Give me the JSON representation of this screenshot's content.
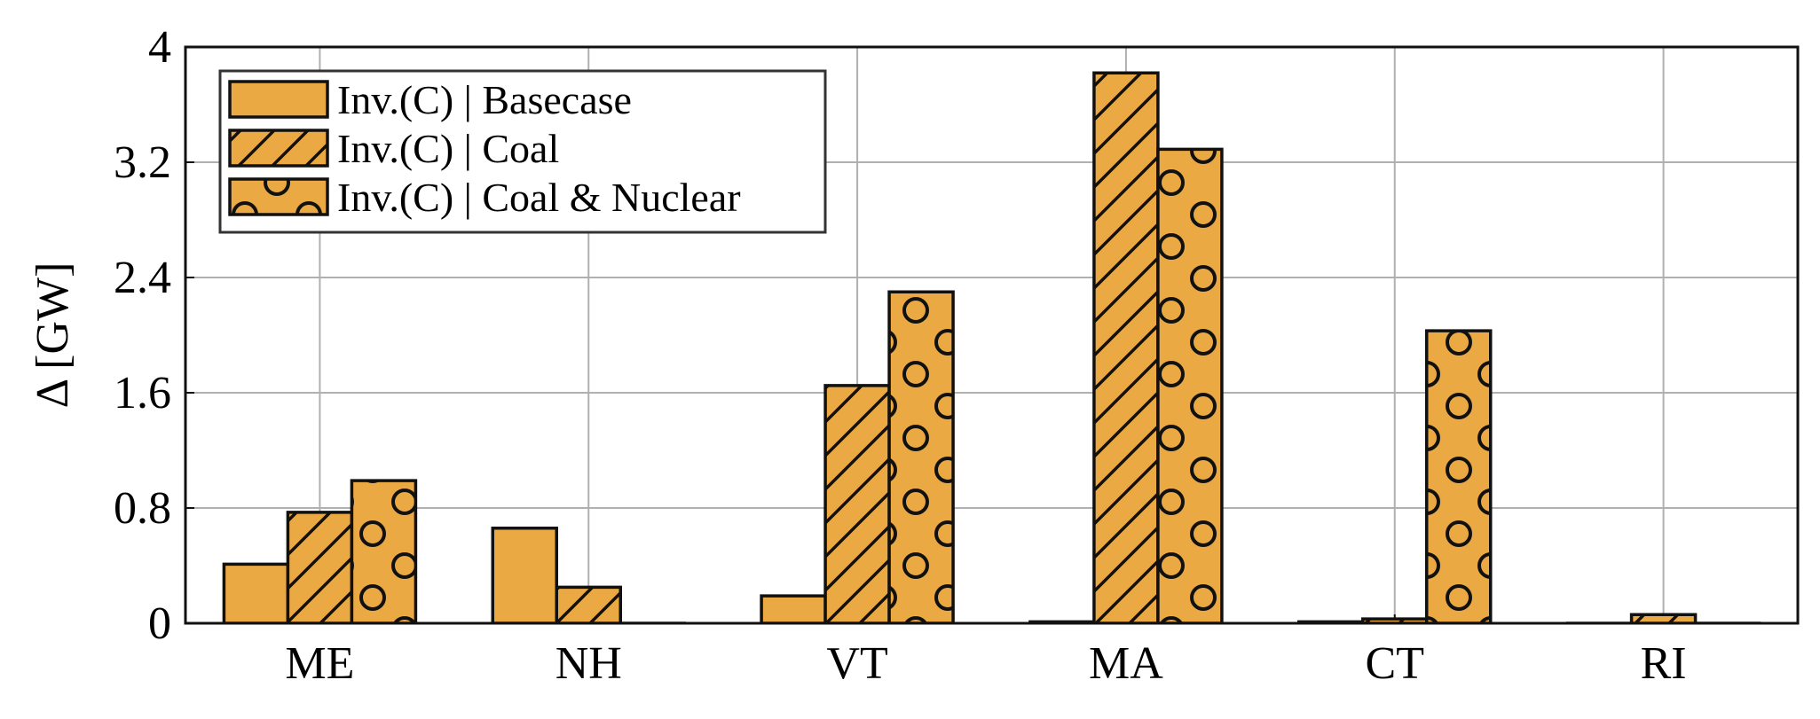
{
  "chart_data": {
    "type": "bar",
    "title": "",
    "xlabel": "",
    "ylabel": "Δ [GW]",
    "ylim": [
      0,
      4
    ],
    "yticks": [
      0,
      0.8,
      1.6,
      2.4,
      3.2,
      4
    ],
    "ytick_labels": [
      "0",
      "0.8",
      "1.6",
      "2.4",
      "3.2",
      "4"
    ],
    "categories": [
      "ME",
      "NH",
      "VT",
      "MA",
      "CT",
      "RI"
    ],
    "grid": true,
    "legend_position": "top-left",
    "series": [
      {
        "name": "Inv.(C) | Basecase",
        "pattern": "solid",
        "values": [
          0.41,
          0.66,
          0.19,
          0.01,
          0.01,
          0.0
        ]
      },
      {
        "name": "Inv.(C) | Coal",
        "pattern": "hatch",
        "values": [
          0.77,
          0.25,
          1.65,
          3.82,
          0.03,
          0.06
        ]
      },
      {
        "name": "Inv.(C) | Coal & Nuclear",
        "pattern": "circles",
        "values": [
          0.99,
          0.0,
          2.3,
          3.29,
          2.03,
          0.0
        ]
      }
    ],
    "colors": {
      "bar_fill": "#EBA944",
      "bar_edge": "#111111",
      "grid": "#b0b0b0"
    }
  }
}
